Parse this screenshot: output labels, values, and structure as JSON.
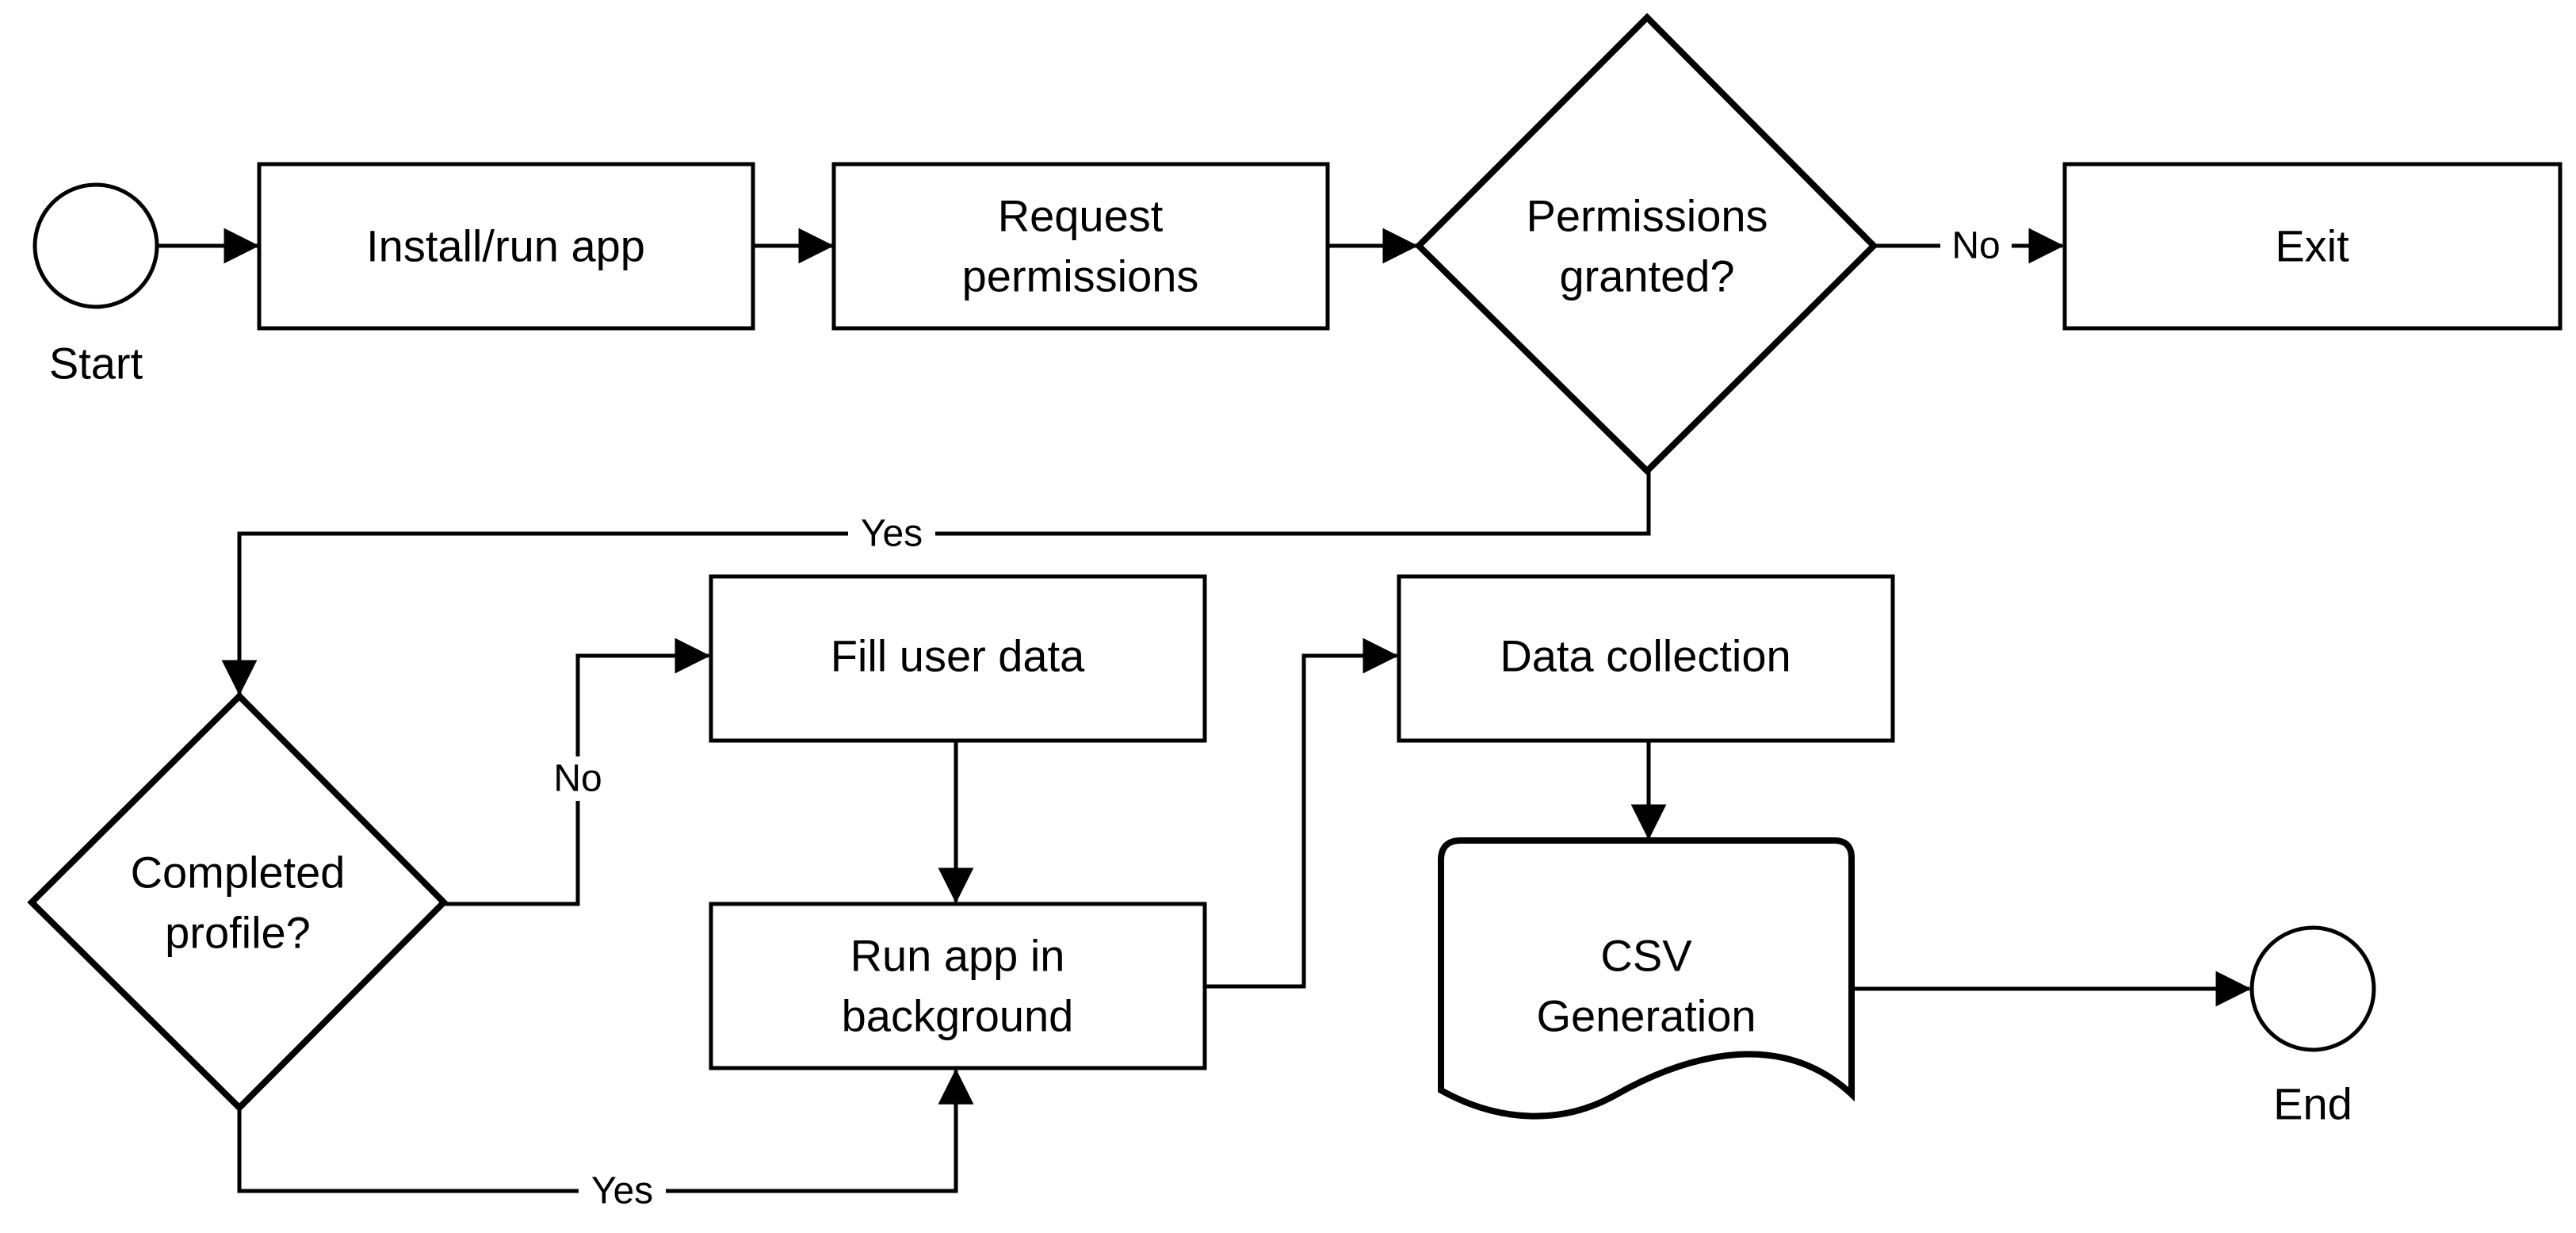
{
  "diagram": {
    "colors": {
      "stroke": "#000000",
      "fill": "#ffffff",
      "text": "#000000"
    },
    "nodes": {
      "start": {
        "label": "Start",
        "shape": "circle"
      },
      "install": {
        "label": "Install/run app",
        "shape": "rectangle"
      },
      "request": {
        "line1": "Request",
        "line2": "permissions",
        "shape": "rectangle"
      },
      "granted": {
        "line1": "Permissions",
        "line2": "granted?",
        "shape": "diamond"
      },
      "exit": {
        "label": "Exit",
        "shape": "rectangle"
      },
      "completed": {
        "line1": "Completed",
        "line2": "profile?",
        "shape": "diamond"
      },
      "fill_data": {
        "label": "Fill user data",
        "shape": "rectangle"
      },
      "run_bg": {
        "line1": "Run app in",
        "line2": "background",
        "shape": "rectangle"
      },
      "collection": {
        "label": "Data collection",
        "shape": "rectangle"
      },
      "csv": {
        "line1": "CSV",
        "line2": "Generation",
        "shape": "document"
      },
      "end": {
        "label": "End",
        "shape": "circle"
      }
    },
    "edges": {
      "granted_no": "No",
      "granted_yes": "Yes",
      "profile_no": "No",
      "profile_yes": "Yes"
    }
  }
}
